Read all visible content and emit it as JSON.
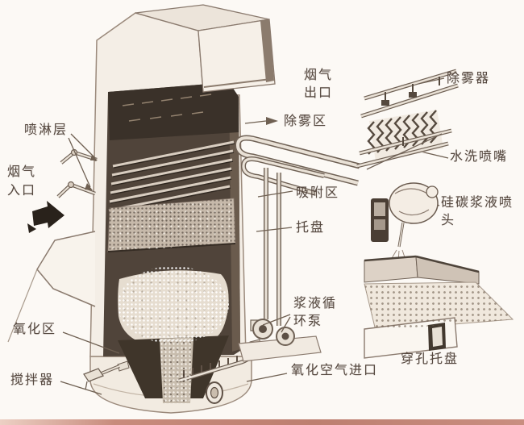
{
  "diagram": {
    "tower_labels": {
      "flue_gas_outlet": [
        "烟气",
        "出口"
      ],
      "demister_zone": "除雾区",
      "spray_layer": "喷淋层",
      "flue_gas_inlet": [
        "烟气",
        "入口"
      ],
      "absorption_zone": "吸附区",
      "tray": "托盘",
      "oxidation_zone": "氧化区",
      "agitator": "搅拌器",
      "slurry_circulation_pump": [
        "浆液循",
        "环泵"
      ],
      "oxidation_air_inlet": "氧化空气进口"
    },
    "detail_labels": {
      "demister": "除雾器",
      "water_wash_nozzle": "水洗喷嘴",
      "silicon_carbide_slurry_nozzle": [
        "硅碳浆液喷",
        "头"
      ],
      "perforated_tray": "穿孔托盘"
    },
    "colors": {
      "paper": "#fcf9f5",
      "ink": "#564940",
      "line_art": "#7a6a5e",
      "dark_interior": "#43382e",
      "page_edge_strip": "#bd7f70"
    }
  }
}
